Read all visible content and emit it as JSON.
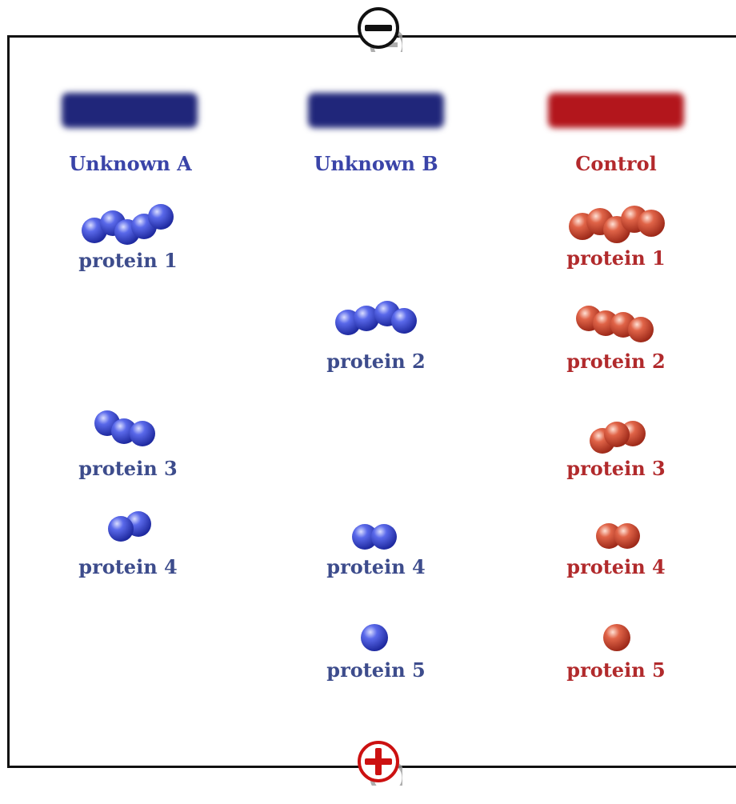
{
  "electrodes": {
    "negative": "−",
    "positive": "+"
  },
  "lanes": [
    {
      "label": "Unknown A",
      "color": "#3a44a8"
    },
    {
      "label": "Unknown B",
      "color": "#3a44a8"
    },
    {
      "label": "Control",
      "color": "#b3292c"
    }
  ],
  "proteins": {
    "a": [
      {
        "label": "protein 1",
        "beads": 5
      },
      {
        "label": "protein 3",
        "beads": 3
      },
      {
        "label": "protein 4",
        "beads": 2
      }
    ],
    "b": [
      {
        "label": "protein 2",
        "beads": 4
      },
      {
        "label": "protein 4",
        "beads": 2
      },
      {
        "label": "protein 5",
        "beads": 1
      }
    ],
    "c": [
      {
        "label": "protein 1",
        "beads": 5
      },
      {
        "label": "protein 2",
        "beads": 4
      },
      {
        "label": "protein 3",
        "beads": 3
      },
      {
        "label": "protein 4",
        "beads": 2
      },
      {
        "label": "protein 5",
        "beads": 1
      }
    ]
  },
  "colors": {
    "blue_bead": "#3f4fd6",
    "red_bead": "#d4503a",
    "blue_well": "#20267a",
    "red_well": "#b3161c"
  }
}
